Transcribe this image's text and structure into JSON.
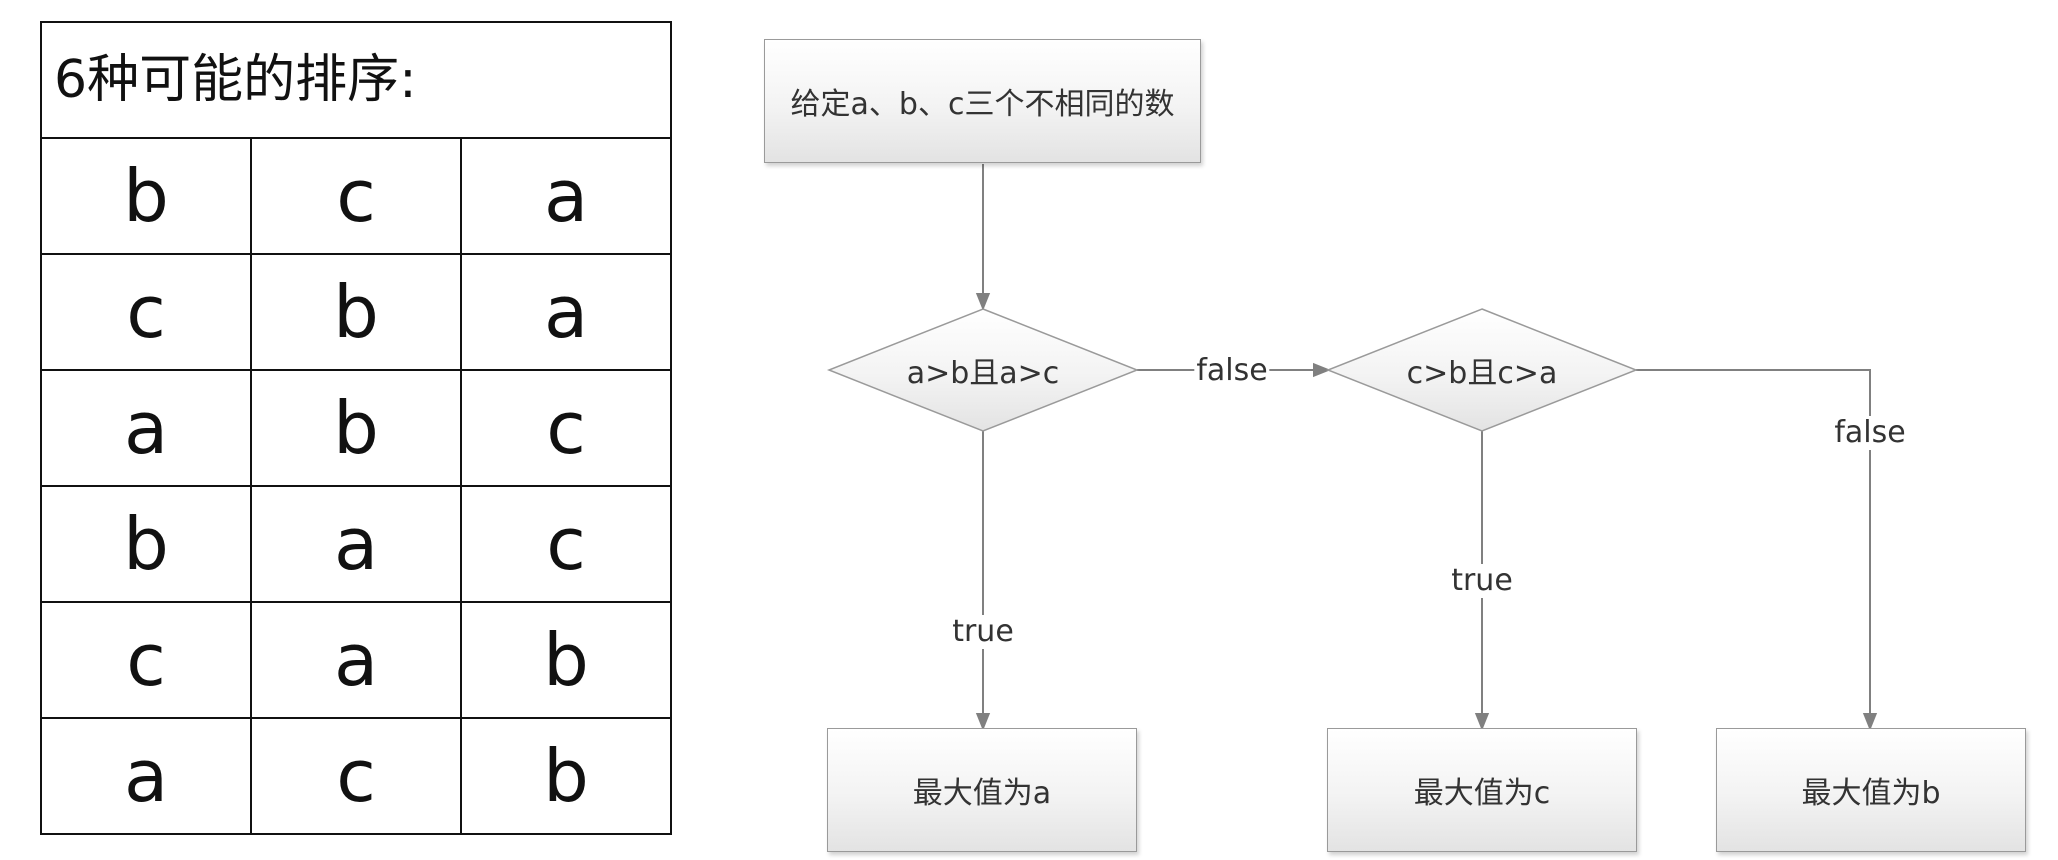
{
  "table": {
    "title": "6种可能的排序:",
    "rows": [
      [
        "b",
        "c",
        "a"
      ],
      [
        "c",
        "b",
        "a"
      ],
      [
        "a",
        "b",
        "c"
      ],
      [
        "b",
        "a",
        "c"
      ],
      [
        "c",
        "a",
        "b"
      ],
      [
        "a",
        "c",
        "b"
      ]
    ]
  },
  "flowchart": {
    "start": "给定a、b、c三个不相同的数",
    "decision1": "a>b且a>c",
    "decision2": "c>b且c>a",
    "result_a": "最大值为a",
    "result_c": "最大值为c",
    "result_b": "最大值为b",
    "edges": {
      "d1_false": "false",
      "d1_true": "true",
      "d2_true": "true",
      "d2_false": "false"
    }
  },
  "colors": {
    "table_border": "#111111",
    "node_border": "#9a9a9a",
    "edge_line": "#808080",
    "node_text": "#333333"
  }
}
